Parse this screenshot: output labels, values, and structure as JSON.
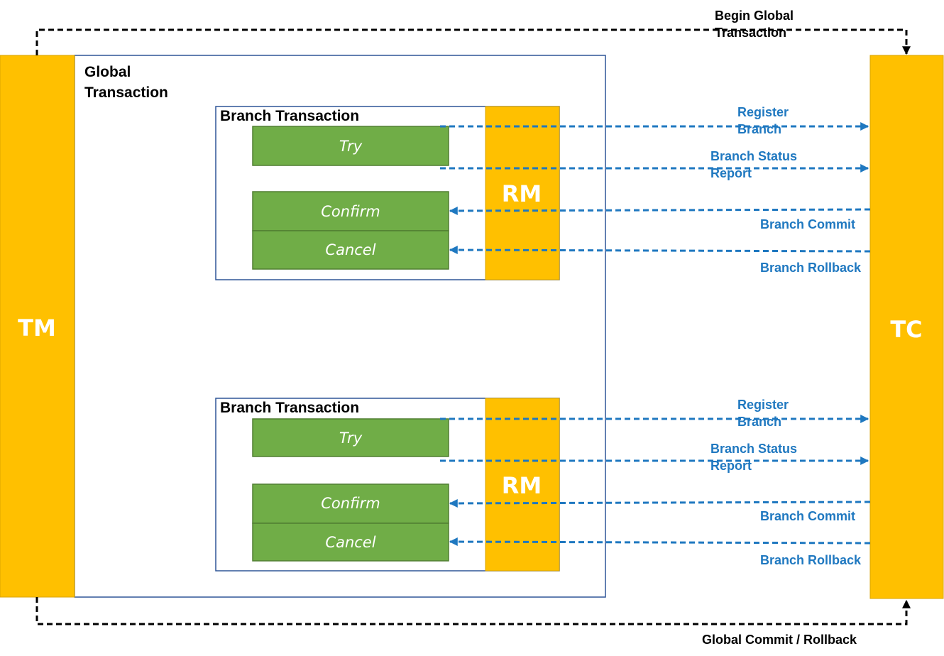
{
  "colors": {
    "actor_fill": "#FFC000",
    "actor_border": "#D9A300",
    "step_fill": "#70AD47",
    "step_border": "#507E32",
    "frame_border": "#2F5597",
    "rpc_arrow": "#1F78C0",
    "control_arrow": "#000000"
  },
  "tm_label": "TM",
  "tc_label": "TC",
  "global_transaction": {
    "line1": "Global",
    "line2": "Transaction"
  },
  "begin_global": {
    "line1": "Begin Global",
    "line2": "Transaction"
  },
  "global_commit_rollback": "Global Commit / Rollback",
  "branches": [
    {
      "title": "Branch Transaction",
      "rm_label": "RM",
      "try_label": "Try",
      "confirm_label": "Confirm",
      "cancel_label": "Cancel",
      "register": {
        "line1": "Register",
        "line2": "Branch"
      },
      "status": {
        "line1": "Branch Status",
        "line2": "Report"
      },
      "commit": "Branch Commit",
      "rollback": "Branch Rollback"
    },
    {
      "title": "Branch Transaction",
      "rm_label": "RM",
      "try_label": "Try",
      "confirm_label": "Confirm",
      "cancel_label": "Cancel",
      "register": {
        "line1": "Register",
        "line2": "Branch"
      },
      "status": {
        "line1": "Branch Status",
        "line2": "Report"
      },
      "commit": "Branch Commit",
      "rollback": "Branch Rollback"
    }
  ]
}
